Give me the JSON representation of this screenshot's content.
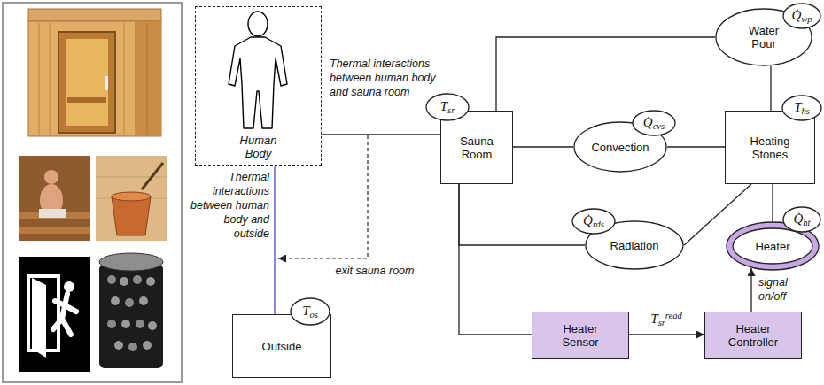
{
  "diagram": {
    "nodes": [
      {
        "text": [
          "Human Body"
        ]
      },
      {
        "text": [
          "Tsr"
        ]
      },
      {
        "text": [
          "Sauna Room"
        ]
      },
      {
        "text": [
          "Tos"
        ]
      },
      {
        "text": [
          "Outside"
        ]
      },
      {
        "text": [
          "Q̇wp"
        ]
      },
      {
        "text": [
          "Water Pour"
        ]
      },
      {
        "text": [
          "Ths"
        ]
      },
      {
        "text": [
          "Heating Stones"
        ]
      },
      {
        "text": [
          "Q̇cvs"
        ]
      },
      {
        "text": [
          "Convection"
        ]
      },
      {
        "text": [
          "Q̇rds"
        ]
      },
      {
        "text": [
          "Radiation"
        ]
      },
      {
        "text": [
          "Q̇ht"
        ]
      },
      {
        "text": [
          "Heater"
        ]
      },
      {
        "text": [
          "Heater Sensor"
        ]
      },
      {
        "text": [
          "Heater Controller"
        ]
      }
    ],
    "edges": [
      {
        "from": 0,
        "to": 2,
        "arrow": "none",
        "label": "Thermal interactions between human body and sauna room"
      },
      {
        "from": 0,
        "to": 4,
        "arrow": "none",
        "label": "Thermal interactions between human body and outside"
      },
      {
        "from": 2,
        "to": 6,
        "arrow": "none"
      },
      {
        "from": 6,
        "to": 8,
        "arrow": "none"
      },
      {
        "from": 2,
        "to": 10,
        "arrow": "none"
      },
      {
        "from": 10,
        "to": 8,
        "arrow": "none"
      },
      {
        "from": 2,
        "to": 12,
        "arrow": "none"
      },
      {
        "from": 12,
        "to": 8,
        "arrow": "none"
      },
      {
        "from": 8,
        "to": 14,
        "arrow": "none"
      },
      {
        "from": 2,
        "to": 15,
        "arrow": "none"
      },
      {
        "from": 15,
        "to": 16,
        "arrow": "to",
        "label": "Tsrread"
      },
      {
        "from": 16,
        "to": 14,
        "arrow": "to",
        "label": "signal on/off"
      }
    ],
    "labels": [
      "exit sauna room"
    ]
  }
}
